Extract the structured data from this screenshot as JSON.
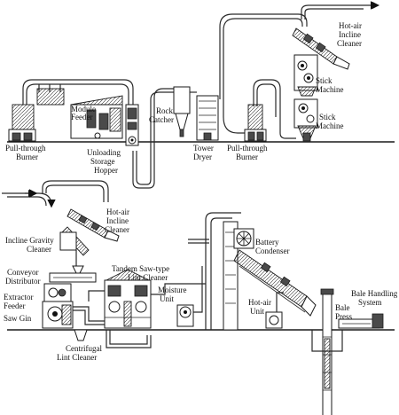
{
  "labels": {
    "pull_through_burner_1": [
      "Pull-through",
      "Burner"
    ],
    "module_feeder": [
      "Module",
      "Feeder"
    ],
    "unloading_storage_hopper": [
      "Unloading",
      "Storage",
      "Hopper"
    ],
    "rock_catcher": [
      "Rock",
      "Catcher"
    ],
    "tower_dryer": [
      "Tower",
      "Dryer"
    ],
    "pull_through_burner_2": [
      "Pull-through",
      "Burner"
    ],
    "hot_air_incline_cleaner_1": [
      "Hot-air",
      "Incline",
      "Cleaner"
    ],
    "stick_machine_1": [
      "Stick",
      "Machine"
    ],
    "stick_machine_2": [
      "Stick",
      "Machine"
    ],
    "hot_air_incline_cleaner_2": [
      "Hot-air",
      "Incline",
      "Cleaner"
    ],
    "incline_gravity_cleaner": [
      "Incline Gravity",
      "Cleaner"
    ],
    "conveyor_distributor": [
      "Conveyor",
      "Distributor"
    ],
    "extractor_feeder": [
      "Extractor",
      "Feeder"
    ],
    "saw_gin": [
      "Saw Gin"
    ],
    "tandem_saw_type_lint_cleaner": [
      "Tandem Saw-type",
      "Lint Cleaner"
    ],
    "centrifugal_lint_cleaner": [
      "Centrifugal",
      "Lint Cleaner"
    ],
    "moisture_unit": [
      "Moisture",
      "Unit"
    ],
    "battery_condenser": [
      "Battery",
      "Condenser"
    ],
    "hot_air_unit": [
      "Hot-air",
      "Unit"
    ],
    "bale_press": [
      "Bale",
      "Press"
    ],
    "bale_handling_system": [
      "Bale Handling",
      "System"
    ]
  },
  "icons": {
    "flow_arrow_top": "right-arrow-icon",
    "flow_arrow_bottom": "right-arrow-icon"
  }
}
